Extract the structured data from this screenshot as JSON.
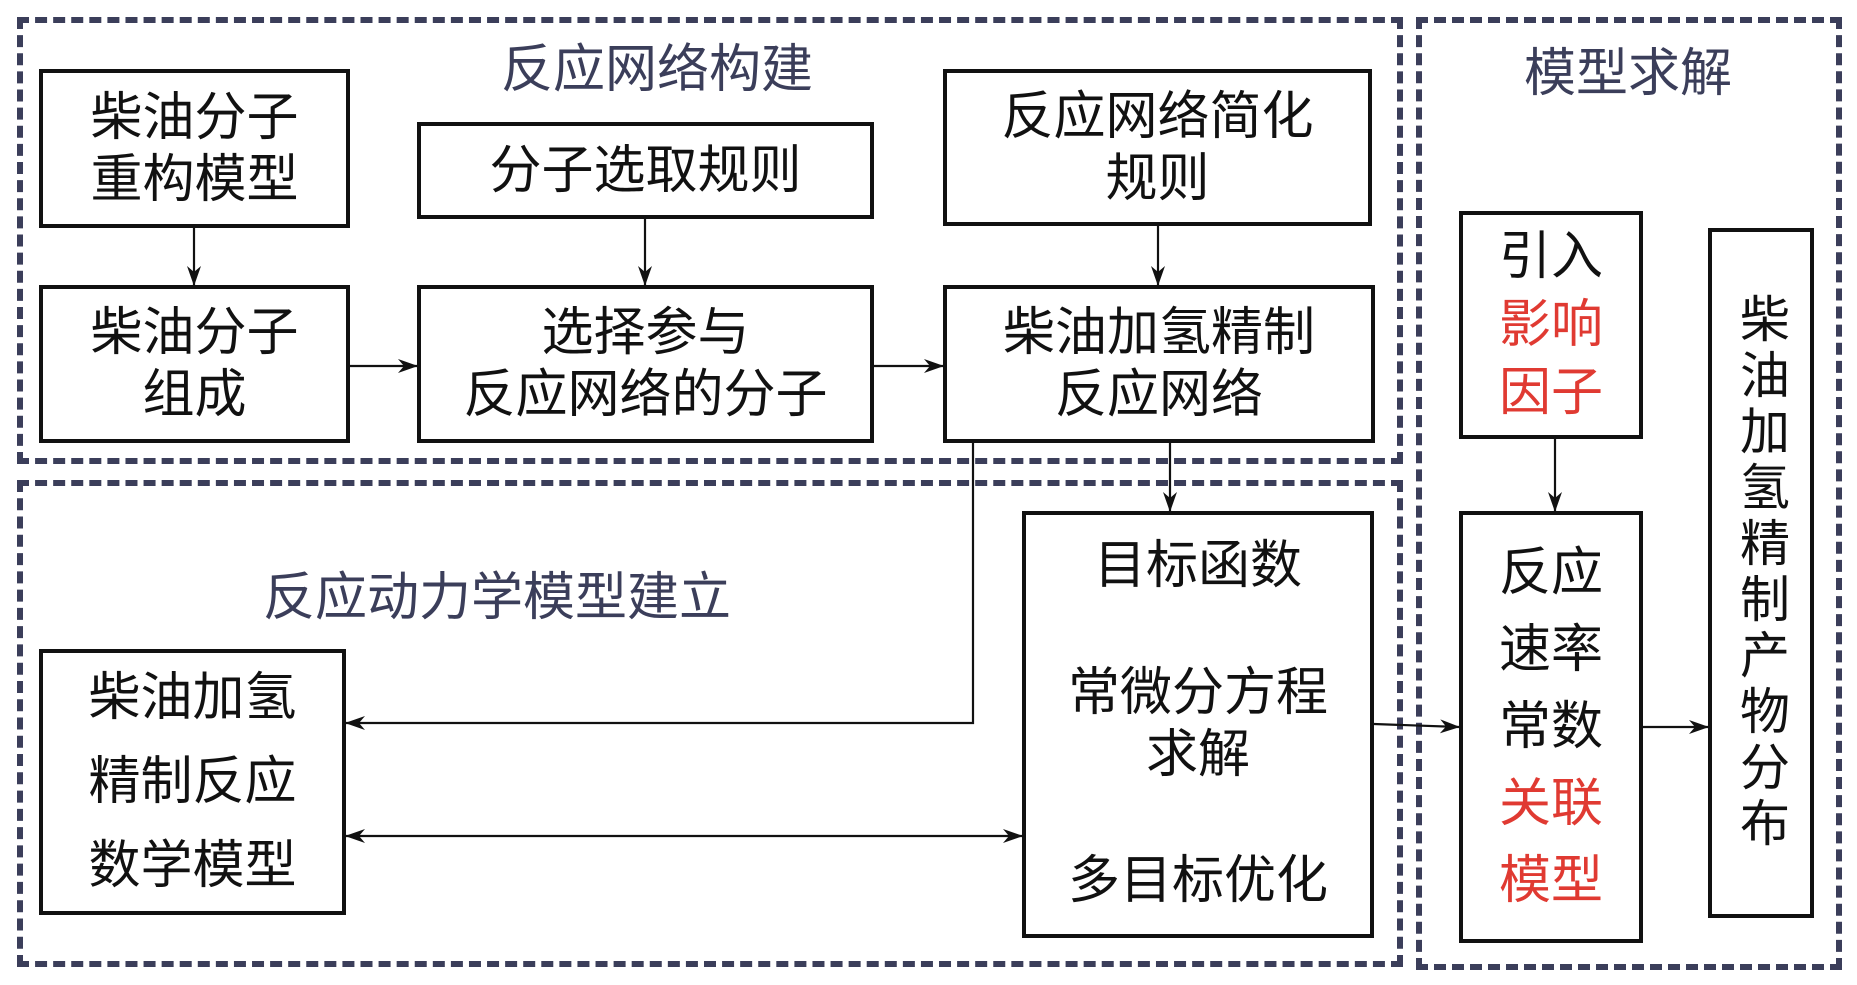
{
  "sections": {
    "network_construction": {
      "title": "反应网络构建"
    },
    "kinetic_model": {
      "title": "反应动力学模型建立"
    },
    "model_solving": {
      "title": "模型求解"
    }
  },
  "nodes": {
    "reconstruction_model": {
      "lines": [
        "柴油分子",
        "重构模型"
      ]
    },
    "selection_rules": {
      "lines": [
        "分子选取规则"
      ]
    },
    "simplification_rules": {
      "lines": [
        "反应网络简化",
        "规则"
      ]
    },
    "composition": {
      "lines": [
        "柴油分子",
        "组成"
      ]
    },
    "selected_molecules": {
      "lines": [
        "选择参与",
        "反应网络的分子"
      ]
    },
    "reaction_network": {
      "lines": [
        "柴油加氢精制",
        "反应网络"
      ]
    },
    "math_model": {
      "lines": [
        "柴油加氢",
        "精制反应",
        "数学模型"
      ]
    },
    "solver": {
      "lines": [
        "目标函数",
        "常微分方程",
        "求解",
        "多目标优化"
      ]
    },
    "influence_factors": {
      "black": "引入",
      "red": [
        "影响",
        "因子"
      ]
    },
    "rate_constants": {
      "black": [
        "反应",
        "速率",
        "常数"
      ],
      "red": [
        "关联",
        "模型"
      ]
    },
    "product_distribution": {
      "text": "柴油加氢精制产物分布"
    }
  },
  "edges": [
    {
      "from": "reconstruction_model",
      "to": "composition"
    },
    {
      "from": "selection_rules",
      "to": "selected_molecules"
    },
    {
      "from": "simplification_rules",
      "to": "reaction_network"
    },
    {
      "from": "composition",
      "to": "selected_molecules"
    },
    {
      "from": "selected_molecules",
      "to": "reaction_network"
    },
    {
      "from": "reaction_network",
      "to": "solver"
    },
    {
      "from": "reaction_network",
      "to": "math_model"
    },
    {
      "from": "math_model",
      "to": "solver",
      "bidirectional": true
    },
    {
      "from": "solver",
      "to": "rate_constants"
    },
    {
      "from": "influence_factors",
      "to": "rate_constants"
    },
    {
      "from": "rate_constants",
      "to": "product_distribution"
    }
  ],
  "colors": {
    "dash": "#3b3e5a",
    "highlight": "#e03a32",
    "line": "#111111"
  }
}
